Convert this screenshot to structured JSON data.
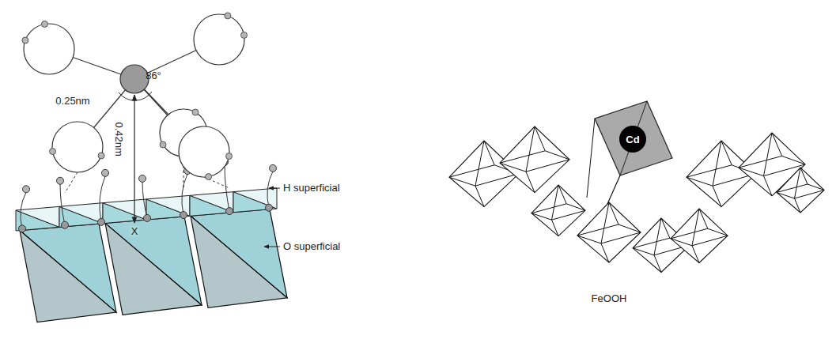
{
  "diagram": {
    "nodes": [
      {
        "text": [
          "Cd"
        ]
      }
    ],
    "labels": [
      "0.25nm",
      "86°",
      "0.42nm",
      "X",
      "H superficial",
      "O superficial",
      "FeOOH"
    ]
  }
}
